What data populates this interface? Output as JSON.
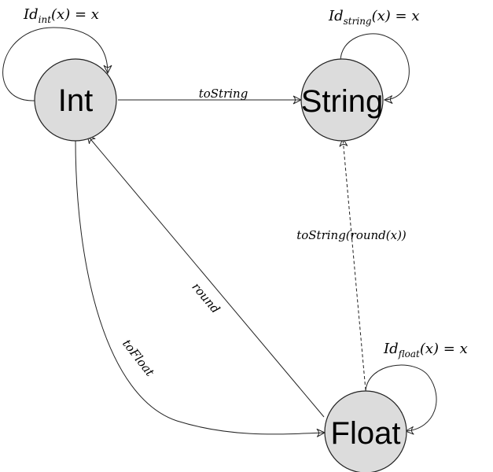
{
  "nodes": {
    "int": {
      "label": "Int"
    },
    "string": {
      "label": "String"
    },
    "float": {
      "label": "Float"
    }
  },
  "edges": {
    "int_to_string": {
      "label": "toString"
    },
    "int_self": {
      "label_prefix": "Id",
      "label_sub": "int",
      "label_suffix": "(x) = x"
    },
    "string_self": {
      "label_prefix": "Id",
      "label_sub": "string",
      "label_suffix": "(x) = x"
    },
    "float_self": {
      "label_prefix": "Id",
      "label_sub": "float",
      "label_suffix": "(x) = x"
    },
    "float_to_int": {
      "label": "round"
    },
    "int_to_float": {
      "label": "toFloat"
    },
    "float_to_string": {
      "label": "toString(round(x))"
    }
  },
  "colors": {
    "node_fill": "#dcdcdc",
    "stroke": "#222222"
  }
}
